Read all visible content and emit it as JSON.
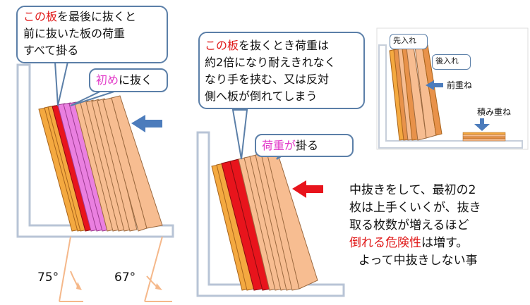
{
  "left_callout": {
    "em": "この板",
    "lines": [
      "を最後に抜くと",
      "前に抜いた板の荷重",
      "すべて掛る"
    ]
  },
  "first_pull": {
    "em": "初め",
    "rest": "に抜く"
  },
  "mid_callout": {
    "em": "この板",
    "lines": [
      "を抜くとき荷重は",
      "約2倍になり耐えきれなく",
      "なり手を挟む、又は反対",
      "側へ板が倒れてしまう"
    ]
  },
  "load_label": {
    "em": "荷重が",
    "rest": "掛る"
  },
  "inset": {
    "first_in": "先入れ",
    "last_in": "後入れ",
    "front_stack": "前重ね",
    "stack": "積み重ね"
  },
  "note": {
    "line1": "中抜きをして、最初の2",
    "line2": "枚は上手くいくが、抜き",
    "line3": "取る枚数が増えるほど",
    "danger": "倒れる危険性",
    "line4_rest": "は増す。",
    "line5": "よって中抜きしない事"
  },
  "angles": {
    "a1": "75°",
    "a2": "67°"
  },
  "colors": {
    "frame": "#b8c4d6",
    "board_orange": "#f4a940",
    "board_peach": "#f7bd91",
    "board_red": "#e8141c",
    "board_pink": "#ea7fe0",
    "arrow_blue": "#4c7cbc",
    "arrow_red": "#e8141c",
    "callout_border": "#5b7fa8"
  }
}
